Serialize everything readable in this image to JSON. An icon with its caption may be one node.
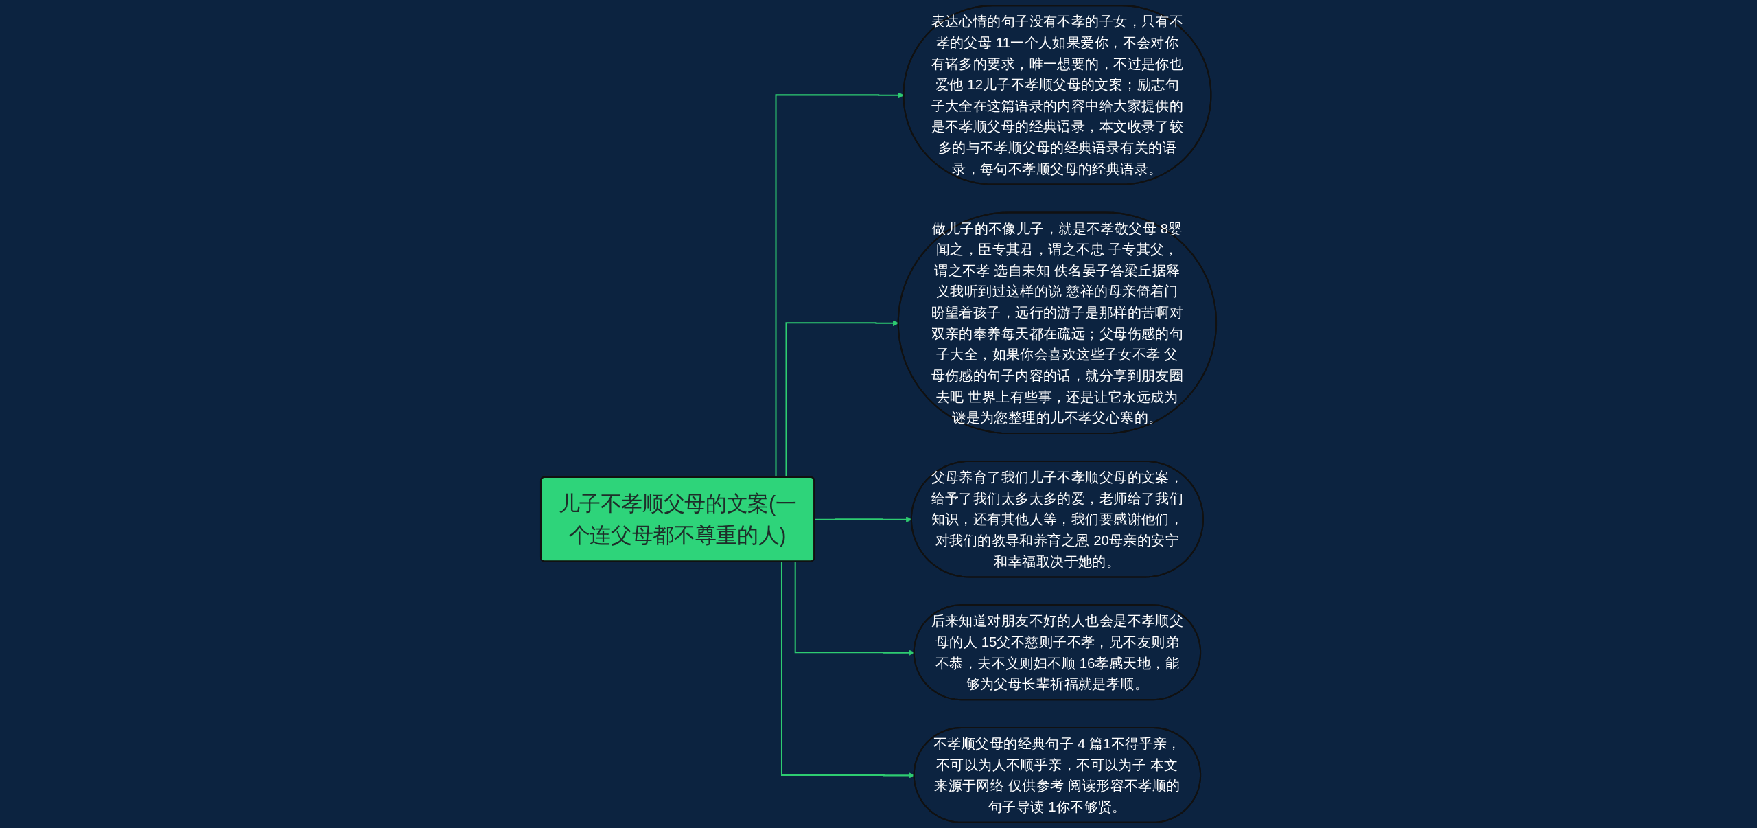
{
  "diagram": {
    "nodes": [
      {
        "text": [
          "儿子不孝顺父母的文案(一个连父母都不尊重的人)"
        ]
      },
      {
        "text": [
          "表达心情的句子没有不孝的子女，只有不孝的父母 11一个人如果爱你，不会对你有诸多的要求，唯一想要的，不过是你也爱他 12儿子不孝顺父母的文案；励志句子大全在这篇语录的内容中给大家提供的是不孝顺父母的经典语录，本文收录了较多的与不孝顺父母的经典语录有关的语录，每句不孝顺父母的经典语录。"
        ]
      },
      {
        "text": [
          "做儿子的不像儿子，就是不孝敬父母 8婴闻之，臣专其君，谓之不忠 子专其父，谓之不孝 选自未知 佚名晏子答梁丘据释义我听到过这样的说 慈祥的母亲倚着门盼望着孩子，远行的游子是那样的苦啊对双亲的奉养每天都在疏远；父母伤感的句子大全，如果你会喜欢这些子女不孝 父母伤感的句子内容的话，就分享到朋友圈去吧 世界上有些事，还是让它永远成为谜是为您整理的儿不孝父心寒的。"
        ]
      },
      {
        "text": [
          "父母养育了我们儿子不孝顺父母的文案，给予了我们太多太多的爱，老师给了我们知识，还有其他人等，我们要感谢他们，对我们的教导和养育之恩 20母亲的安宁和幸福取决于她的。"
        ]
      },
      {
        "text": [
          "后来知道对朋友不好的人也会是不孝顺父母的人 15父不慈则子不孝，兄不友则弟不恭，夫不义则妇不顺 16孝感天地，能够为父母长辈祈福就是孝顺。"
        ]
      },
      {
        "text": [
          "不孝顺父母的经典句子 4 篇1不得乎亲，不可以为人不顺乎亲，不可以为子 本文来源于网络 仅供参考 阅读形容不孝顺的句子导读 1你不够贤。"
        ]
      }
    ],
    "edges": [
      {
        "from": 0,
        "to": 1,
        "arrow": "to"
      },
      {
        "from": 0,
        "to": 2,
        "arrow": "to"
      },
      {
        "from": 0,
        "to": 3,
        "arrow": "to"
      },
      {
        "from": 0,
        "to": 4,
        "arrow": "to"
      },
      {
        "from": 0,
        "to": 5,
        "arrow": "to"
      }
    ]
  }
}
